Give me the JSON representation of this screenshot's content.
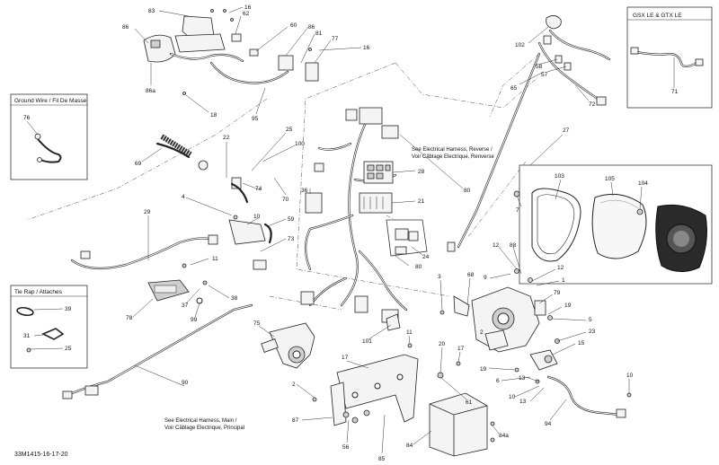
{
  "doc_id": "33M1415-16-17-20",
  "insets": {
    "ground_wire": {
      "title": "Ground Wire / Fil De Masse",
      "parts": [
        "76"
      ]
    },
    "tie_rap": {
      "title": "Tie Rap / Attaches",
      "parts": [
        "39",
        "31",
        "25"
      ]
    },
    "variant": {
      "title": "GSX LE & GTX LE",
      "parts": [
        "71"
      ]
    }
  },
  "notes": {
    "reverse_line1": "See Electrical Harness, Reverse /",
    "reverse_line2": "Voir Câblage Electrique, Renverse",
    "main_line1": "See Electrical Harness, Main /",
    "main_line2": "Voir Câblage Electrique, Principal"
  },
  "callouts": {
    "c83": "83",
    "c16a": "16",
    "c62": "62",
    "c86": "86",
    "c60": "60",
    "c86r": "86",
    "c81": "81",
    "c77": "77",
    "c16b": "16",
    "c86a": "86a",
    "c18": "18",
    "c95": "95",
    "c102": "102",
    "c58": "58",
    "c57": "57",
    "c65": "65",
    "c72": "72",
    "c27": "27",
    "c69": "69",
    "c22": "22",
    "c25": "25",
    "c100": "100",
    "c28": "28",
    "c36": "36",
    "c21": "21",
    "c80": "80",
    "c103": "103",
    "c105": "105",
    "c104": "104",
    "c7": "7",
    "c74": "74",
    "c70": "70",
    "c4": "4",
    "c10a": "10",
    "c59": "59",
    "c29": "29",
    "c73": "73",
    "c24": "24",
    "c80b": "80",
    "c11a": "11",
    "c12a": "12",
    "c88": "88",
    "c9": "9",
    "c12b": "12",
    "c1": "1",
    "c68": "68",
    "c3": "3",
    "c79": "79",
    "c19a": "19",
    "c5": "5",
    "c23": "23",
    "c15": "15",
    "c78": "78",
    "c37": "37",
    "c38": "38",
    "c99": "99",
    "c75": "75",
    "c101": "101",
    "c11b": "11",
    "c20": "20",
    "c17a": "17",
    "c17b": "17",
    "c19b": "19",
    "c6": "6",
    "c13a": "13",
    "c10b": "10",
    "c13b": "13",
    "c10c": "10",
    "c90": "90",
    "c2": "2",
    "c87": "87",
    "c56": "56",
    "c85": "85",
    "c84": "84",
    "c84a": "84a",
    "c61": "61",
    "c94": "94",
    "c2b": "2"
  }
}
